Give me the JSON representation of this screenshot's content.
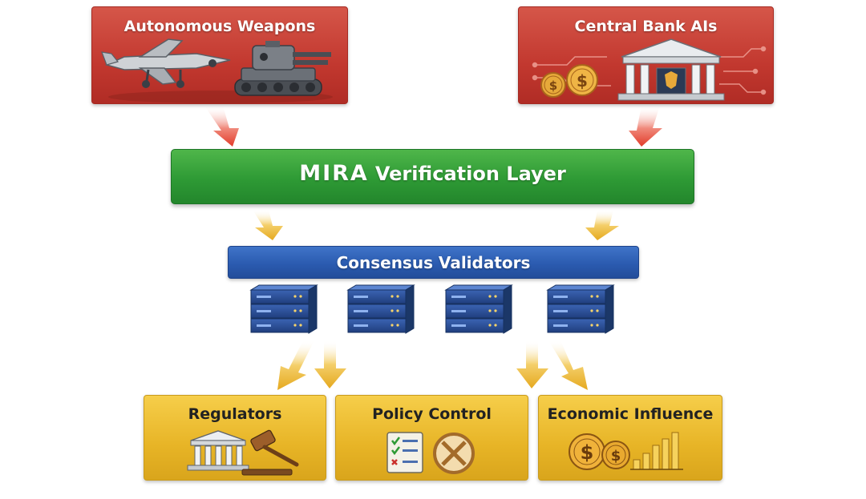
{
  "sources": {
    "weapons": {
      "title": "Autonomous Weapons"
    },
    "central_bank": {
      "title": "Central Bank AIs"
    }
  },
  "mira": {
    "logo": "MIRA",
    "title": "Verification Layer"
  },
  "validators": {
    "title": "Consensus Validators"
  },
  "outputs": {
    "regulators": {
      "title": "Regulators"
    },
    "policy": {
      "title": "Policy Control"
    },
    "economic": {
      "title": "Economic Influence"
    }
  },
  "currency_symbol": "$",
  "colors": {
    "source_red": "#c2382f",
    "verification_green": "#2e9a35",
    "validator_blue": "#2b5bb0",
    "output_gold": "#e7b426",
    "arrow_red": "#e23b2a",
    "arrow_gold": "#e9b22a"
  }
}
